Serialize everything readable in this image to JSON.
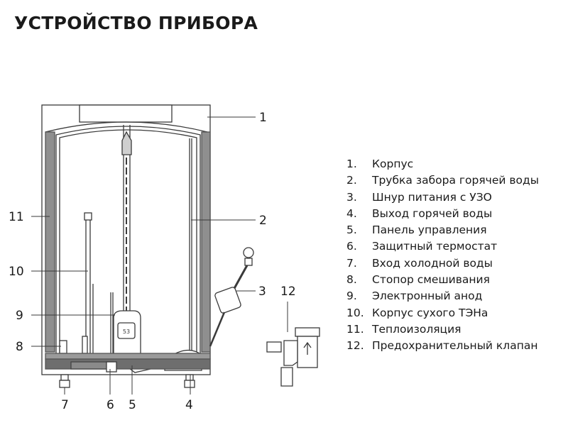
{
  "title": "УСТРОЙСТВО ПРИБОРА",
  "callouts": [
    "1",
    "2",
    "3",
    "4",
    "5",
    "6",
    "7",
    "8",
    "9",
    "10",
    "11",
    "12"
  ],
  "legend": [
    {
      "num": "1.",
      "text": "Корпус"
    },
    {
      "num": "2.",
      "text": "Трубка забора горячей воды"
    },
    {
      "num": "3.",
      "text": "Шнур питания с УЗО"
    },
    {
      "num": "4.",
      "text": "Выход горячей воды"
    },
    {
      "num": "5.",
      "text": "Панель управления"
    },
    {
      "num": "6.",
      "text": "Защитный термостат"
    },
    {
      "num": "7.",
      "text": "Вход холодной воды"
    },
    {
      "num": "8.",
      "text": "Стопор смешивания"
    },
    {
      "num": "9.",
      "text": "Электронный анод"
    },
    {
      "num": "10.",
      "text": "Корпус сухого ТЭНа"
    },
    {
      "num": "11.",
      "text": "Теплоизоляция"
    },
    {
      "num": "12.",
      "text": "Предохранительный клапан"
    }
  ],
  "panel_display": "53",
  "colors": {
    "line": "#3a3a3a",
    "insulation": "#8f8f8f",
    "base": "#6e6e6e",
    "fill": "#ffffff"
  }
}
